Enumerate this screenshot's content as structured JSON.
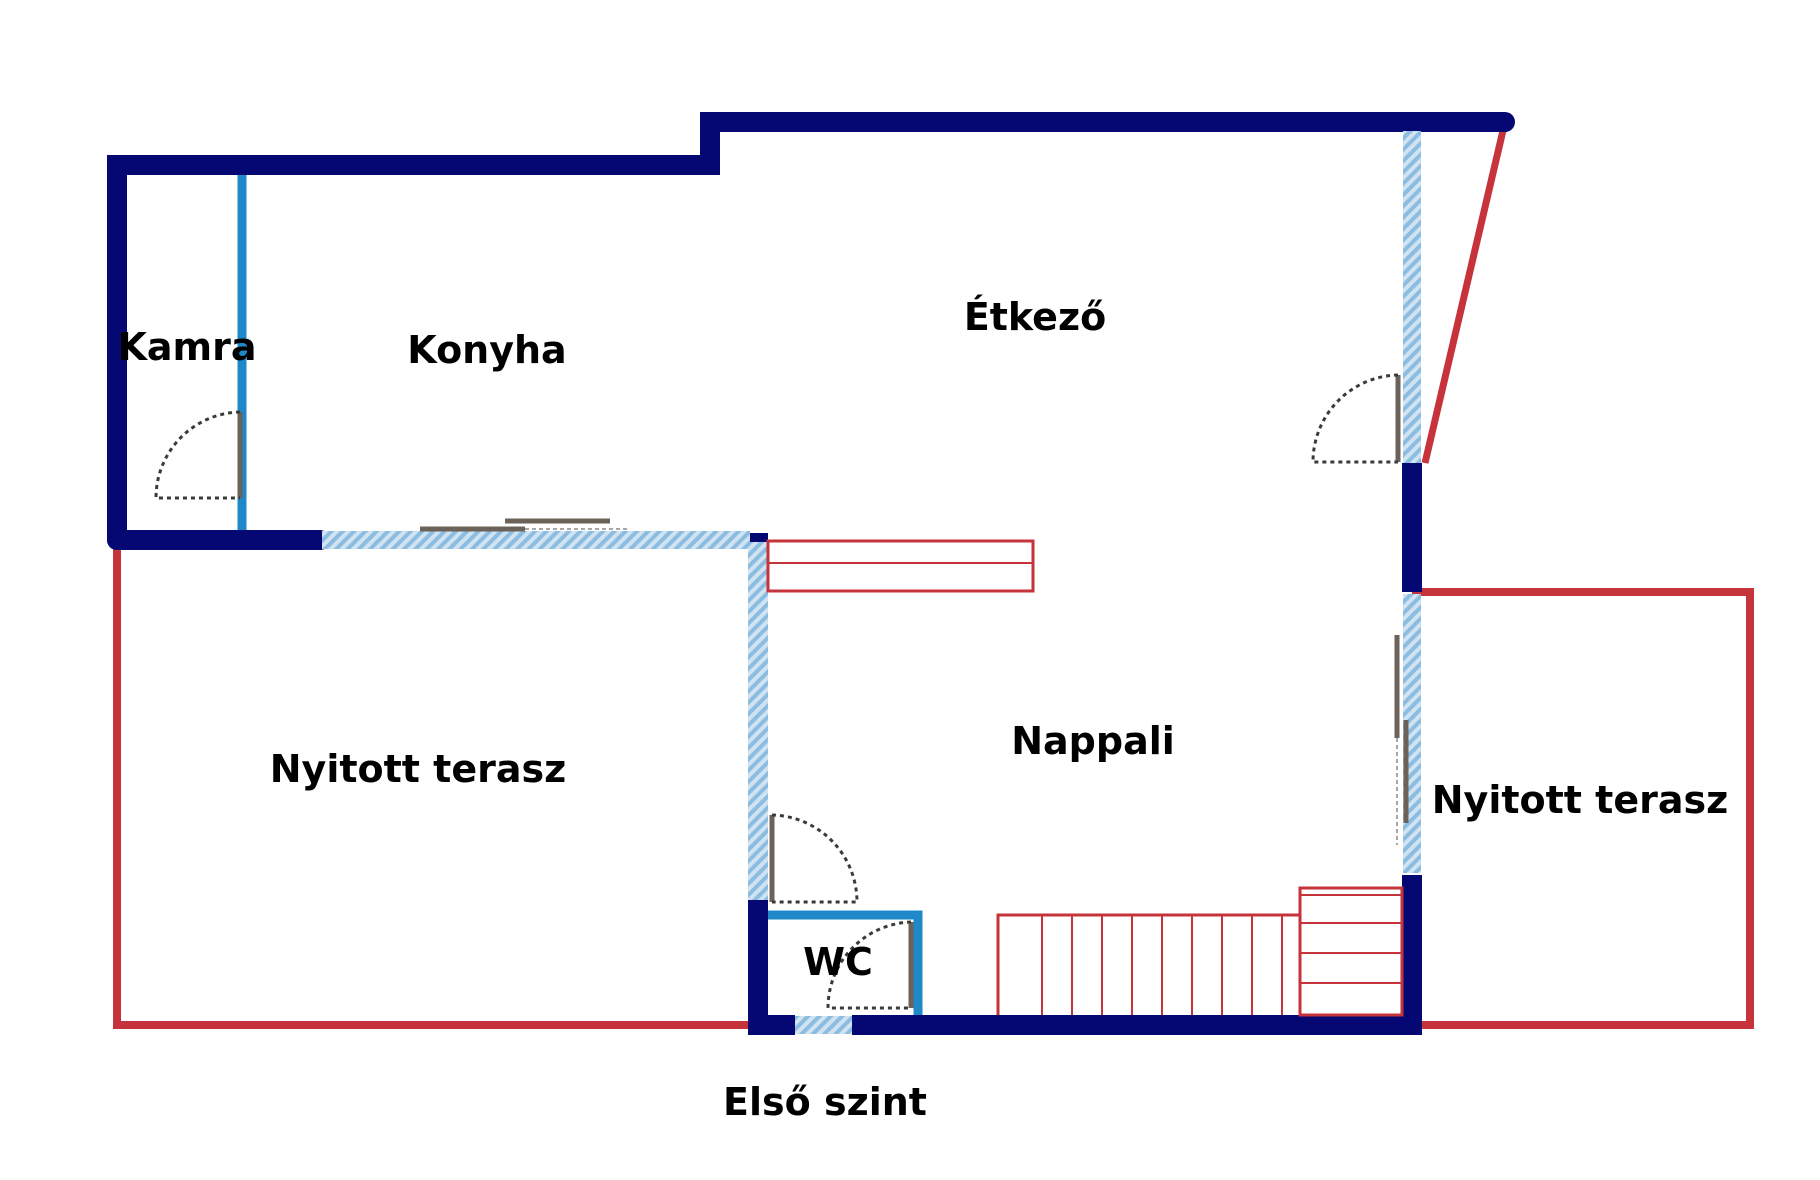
{
  "floor": {
    "title": "Első szint"
  },
  "rooms": {
    "kamra": "Kamra",
    "konyha": "Konyha",
    "etkezo": "Étkező",
    "terasz_left": "Nyitott terasz",
    "nappali": "Nappali",
    "terasz_right": "Nyitott terasz",
    "wc": "WC"
  },
  "colors": {
    "wall_exterior": "#050873",
    "wall_interior": "#1e88c8",
    "terrace_outline": "#c6333a",
    "window_glass": "#8cbde0",
    "door_leaf": "#6b6259",
    "door_swing": "#3a3a3a"
  }
}
